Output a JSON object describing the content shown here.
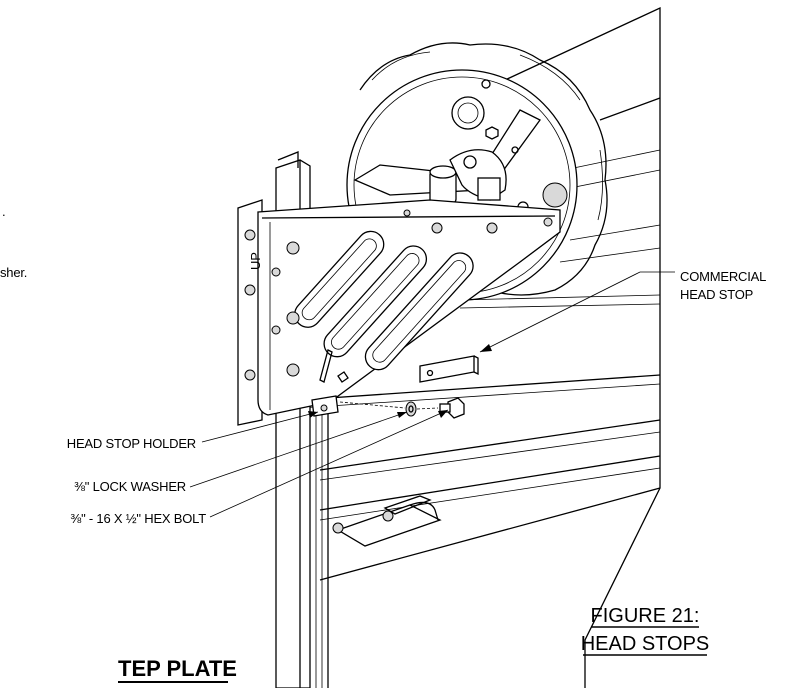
{
  "left_fragments": {
    "line1": ".",
    "line2": "sher."
  },
  "callouts": {
    "commercial_head_stop": [
      "COMMERCIAL",
      "HEAD STOP"
    ],
    "head_stop_holder": "HEAD STOP HOLDER",
    "lock_washer": "⅜\" LOCK WASHER",
    "hex_bolt": "⅜\" - 16 X ½\" HEX BOLT"
  },
  "figure_caption": {
    "line1": "FIGURE 21:",
    "line2": "HEAD STOPS"
  },
  "section_heading_fragment": "TEP PLATE",
  "bracket_stamp": "UP"
}
